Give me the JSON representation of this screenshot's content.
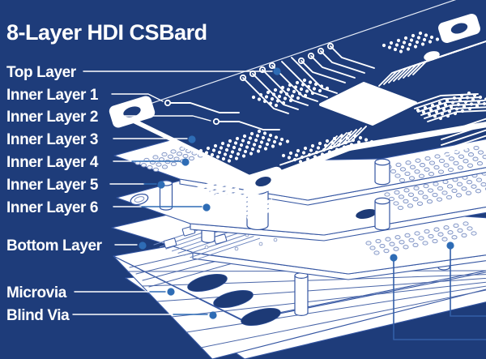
{
  "title": "8-Layer HDI CSBard",
  "labels": [
    "Top Layer",
    "Inner Layer 1",
    "Inner Layer 2",
    "Inner Layer 3",
    "Inner Layer 4",
    "Inner Layer 5",
    "Inner Layer 6",
    "Bottom Layer",
    "Microvia",
    "Blind Via"
  ],
  "colors": {
    "background": "#1e3c7a",
    "board_dark": "#1e3c7a",
    "trace_white": "#ffffff",
    "slab_outline": "#3556a2",
    "hole_outline": "#7c90c2",
    "hole_fill": "#f3f6fc",
    "callout_dot": "#2e6cb5",
    "leader_white": "#ffffff",
    "leader_blue": "#2e6cb5",
    "cutout_dark": "#1d3a76",
    "laminate_line": "#4a66a8",
    "hatch_line": "#6d86bf"
  }
}
